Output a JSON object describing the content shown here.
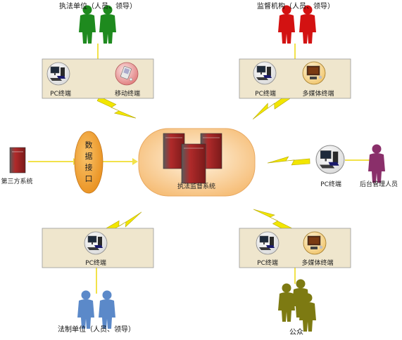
{
  "top_left": {
    "caption": "执法单位（人员、领导）",
    "pc_label": "PC终端",
    "mobile_label": "移动终端"
  },
  "top_right": {
    "caption": "监督机构（人员、领导）",
    "pc_label": "PC终端",
    "media_label": "多媒体终端"
  },
  "bottom_left": {
    "caption": "法制单位（人员、领导）",
    "pc_label": "PC终端"
  },
  "bottom_right": {
    "caption": "公众",
    "pc_label": "PC终端",
    "media_label": "多媒体终端"
  },
  "center": {
    "label": "执法监督系统"
  },
  "interface": {
    "chars": [
      "数",
      "据",
      "接",
      "口"
    ]
  },
  "third_party": {
    "label": "第三方系统"
  },
  "admin": {
    "pc_label": "PC终端",
    "label": "后台管理人员"
  },
  "colors": {
    "green": "#1e8a1e",
    "red": "#d31212",
    "blue": "#5b89c9",
    "olive": "#7d7a12",
    "purple": "#8a2f6a",
    "box": "#efe6cd",
    "center_fill": "#fbd6a3",
    "interface_fill": "#f4a73a",
    "lightning": "#f2e600",
    "connector": "#f2e24a"
  }
}
